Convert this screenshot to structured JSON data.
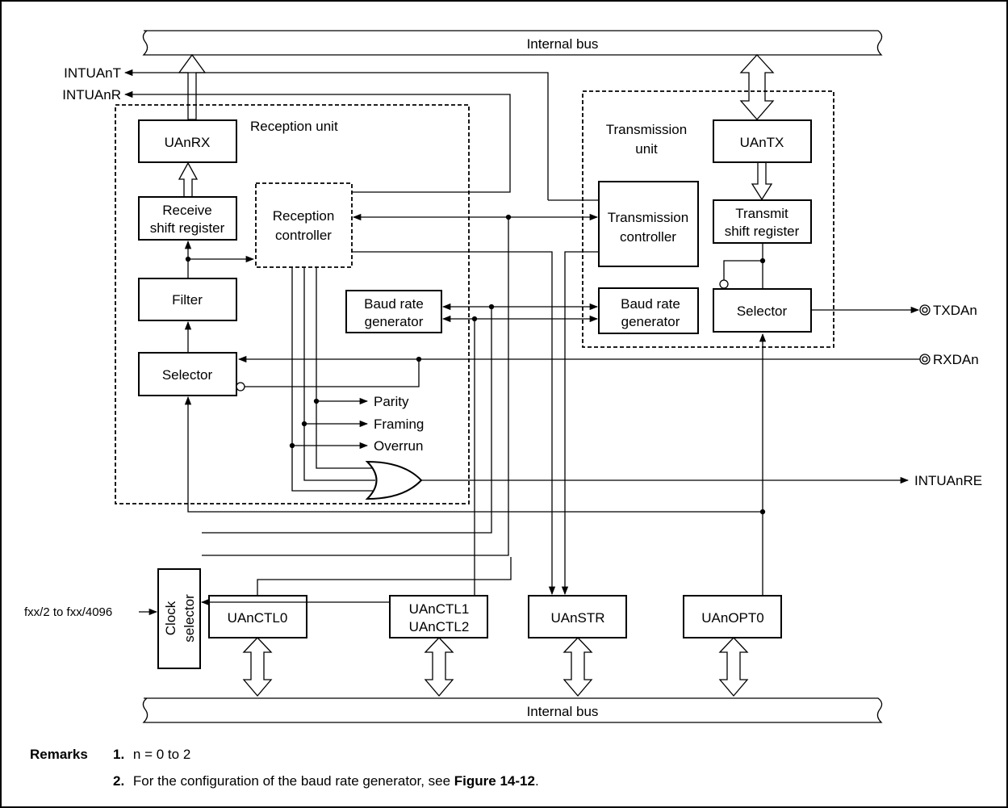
{
  "diagram": {
    "bus_top": "Internal bus",
    "bus_bottom": "Internal bus",
    "reception_unit_label": "Reception unit",
    "transmission_unit_line1": "Transmission",
    "transmission_unit_line2": "unit",
    "blocks": {
      "uanrx": "UAnRX",
      "receive_shift_line1": "Receive",
      "receive_shift_line2": "shift register",
      "reception_ctrl_line1": "Reception",
      "reception_ctrl_line2": "controller",
      "filter": "Filter",
      "rx_selector": "Selector",
      "rx_baud_line1": "Baud rate",
      "rx_baud_line2": "generator",
      "uantx": "UAnTX",
      "transmit_shift_line1": "Transmit",
      "transmit_shift_line2": "shift register",
      "transmission_ctrl_line1": "Transmission",
      "transmission_ctrl_line2": "controller",
      "tx_baud_line1": "Baud rate",
      "tx_baud_line2": "generator",
      "tx_selector": "Selector",
      "clock_selector_line1": "Clock",
      "clock_selector_line2": "selector",
      "uanctl0": "UAnCTL0",
      "uanctl1": "UAnCTL1",
      "uanctl2": "UAnCTL2",
      "uanstr": "UAnSTR",
      "uanopt0": "UAnOPT0"
    },
    "signals": {
      "intuant": "INTUAnT",
      "intuanr": "INTUAnR",
      "txdan": "TXDAn",
      "rxdan": "RXDAn",
      "intuanre": "INTUAnRE",
      "parity": "Parity",
      "framing": "Framing",
      "overrun": "Overrun",
      "clock_input": "fxx/2 to fxx/4096"
    }
  },
  "remarks": {
    "heading": "Remarks",
    "items": [
      {
        "number": "1.",
        "text": "n = 0 to 2"
      },
      {
        "number": "2.",
        "text_before": "For the configuration of the baud rate generator, see ",
        "link": "Figure 14-12",
        "text_after": "."
      }
    ]
  }
}
